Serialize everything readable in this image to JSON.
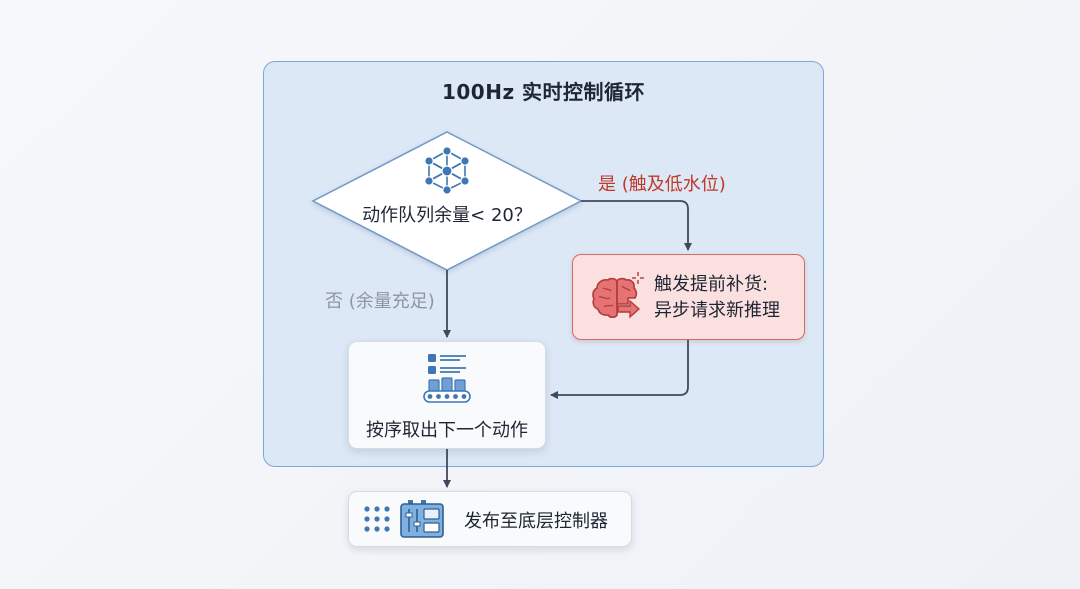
{
  "loop": {
    "title": "100Hz 实时控制循环"
  },
  "decision": {
    "label": "动作队列余量< 20？",
    "icon": "neural-network-icon"
  },
  "branches": {
    "yes_label": "是 (触及低水位)",
    "no_label": "否 (余量充足)"
  },
  "refill": {
    "line1": "触发提前补货:",
    "line2": "异步请求新推理",
    "icon": "brain-icon"
  },
  "take_action": {
    "label": "按序取出下一个动作",
    "icon": "action-queue-conveyor-icon"
  },
  "publish": {
    "label": "发布至底层控制器",
    "icons": [
      "dot-grid-icon",
      "controller-panel-icon"
    ]
  },
  "colors": {
    "loop_fill": "#dce8f5",
    "loop_border": "#7ea7d6",
    "yes_text": "#c0392b",
    "no_text": "#8e96a3",
    "refill_fill": "#fbe0e0",
    "refill_border": "#d46a6a",
    "icon_blue": "#3f77b4",
    "arrow": "#3d4a5c"
  }
}
